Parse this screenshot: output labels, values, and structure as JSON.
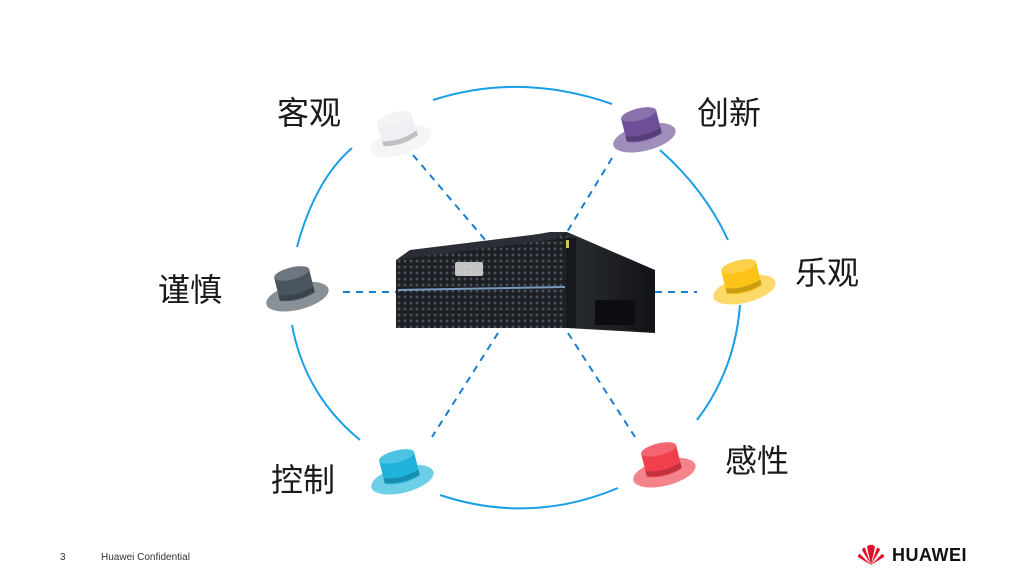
{
  "hats": [
    {
      "label": "客观",
      "color": "#eef0f3"
    },
    {
      "label": "创新",
      "color": "#6c4f96"
    },
    {
      "label": "谨慎",
      "color": "#4a5560"
    },
    {
      "label": "乐观",
      "color": "#fcc419"
    },
    {
      "label": "控制",
      "color": "#1fb3dc"
    },
    {
      "label": "感性",
      "color": "#f0404e"
    }
  ],
  "colors": {
    "ring": "#1a9ee6",
    "connector": "#1a7ed0",
    "brand_red": "#e1102a"
  },
  "center_device": {
    "icon": "storage-server-icon"
  },
  "footer": {
    "page_number": "3",
    "confidential": "Huawei Confidential",
    "brand": "HUAWEI"
  }
}
